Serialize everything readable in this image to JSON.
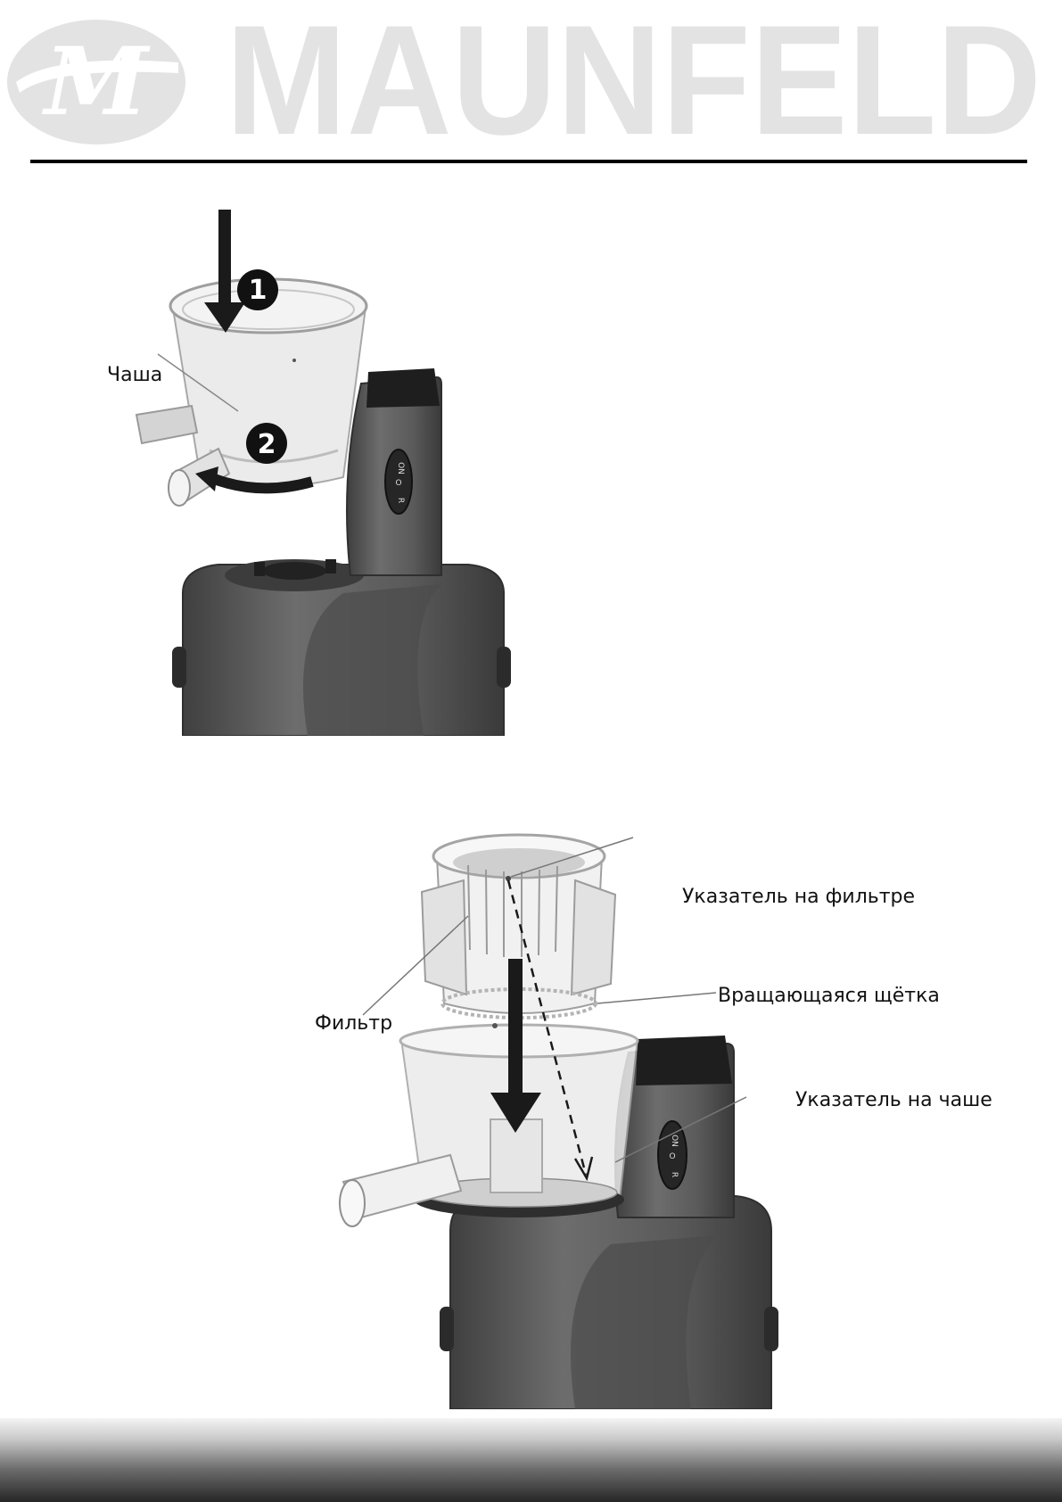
{
  "header": {
    "brand_name": "MAUNFELD",
    "logo_monogram": "M",
    "logo_icon": "maunfeld-logo-icon"
  },
  "figure_1": {
    "step_1": "1",
    "step_2": "2",
    "label_bowl": "Чаша",
    "switch_on": "ON",
    "switch_off": "O",
    "switch_r": "R"
  },
  "figure_2": {
    "label_filter_marker": "Указатель на фильтре",
    "label_rotating_brush": "Вращающаяся щётка",
    "label_filter": "Фильтр",
    "label_bowl_marker": "Указатель на чаше",
    "switch_on": "ON",
    "switch_off": "O",
    "switch_r": "R"
  },
  "colors": {
    "logo_gray": "#e3e3e3",
    "rule": "#000000",
    "juicer_body": "#5e5e5e"
  }
}
